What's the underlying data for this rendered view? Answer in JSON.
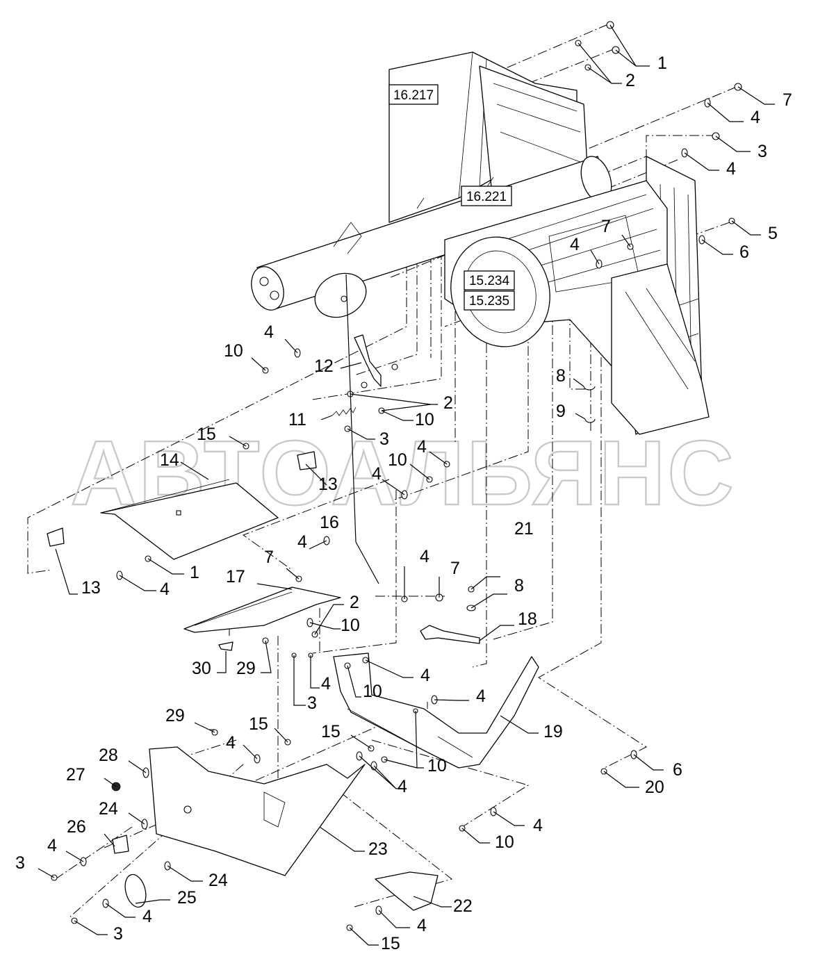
{
  "watermark": "АВТОАЛЬЯНС",
  "reference_boxes": [
    "16.217",
    "16.221",
    "15.234",
    "15.235"
  ],
  "callouts": [
    {
      "id": "c1",
      "label": "1"
    },
    {
      "id": "c2",
      "label": "2"
    },
    {
      "id": "c3",
      "label": "7"
    },
    {
      "id": "c4",
      "label": "4"
    },
    {
      "id": "c5",
      "label": "3"
    },
    {
      "id": "c6",
      "label": "4"
    },
    {
      "id": "c7",
      "label": "5"
    },
    {
      "id": "c8",
      "label": "6"
    },
    {
      "id": "c9",
      "label": "7"
    },
    {
      "id": "c10",
      "label": "4"
    },
    {
      "id": "c11",
      "label": "10"
    },
    {
      "id": "c12",
      "label": "4"
    },
    {
      "id": "c13",
      "label": "12"
    },
    {
      "id": "c14",
      "label": "2"
    },
    {
      "id": "c15",
      "label": "11"
    },
    {
      "id": "c16",
      "label": "10"
    },
    {
      "id": "c17",
      "label": "3"
    },
    {
      "id": "c18",
      "label": "8"
    },
    {
      "id": "c19",
      "label": "9"
    },
    {
      "id": "c20",
      "label": "15"
    },
    {
      "id": "c21",
      "label": "14"
    },
    {
      "id": "c22",
      "label": "13"
    },
    {
      "id": "c23",
      "label": "4"
    },
    {
      "id": "c24",
      "label": "10"
    },
    {
      "id": "c25",
      "label": "4"
    },
    {
      "id": "c26",
      "label": "16"
    },
    {
      "id": "c27",
      "label": "4"
    },
    {
      "id": "c28",
      "label": "7"
    },
    {
      "id": "c29",
      "label": "1"
    },
    {
      "id": "c30",
      "label": "13"
    },
    {
      "id": "c31",
      "label": "4"
    },
    {
      "id": "c32",
      "label": "17"
    },
    {
      "id": "c33",
      "label": "2"
    },
    {
      "id": "c34",
      "label": "10"
    },
    {
      "id": "c35",
      "label": "4"
    },
    {
      "id": "c36",
      "label": "7"
    },
    {
      "id": "c37",
      "label": "21"
    },
    {
      "id": "c38",
      "label": "8"
    },
    {
      "id": "c39",
      "label": "18"
    },
    {
      "id": "c40",
      "label": "30"
    },
    {
      "id": "c41",
      "label": "29"
    },
    {
      "id": "c42",
      "label": "3"
    },
    {
      "id": "c43",
      "label": "4"
    },
    {
      "id": "c44",
      "label": "10"
    },
    {
      "id": "c45",
      "label": "4"
    },
    {
      "id": "c46",
      "label": "4"
    },
    {
      "id": "c47",
      "label": "19"
    },
    {
      "id": "c48",
      "label": "29"
    },
    {
      "id": "c49",
      "label": "15"
    },
    {
      "id": "c50",
      "label": "4"
    },
    {
      "id": "c51",
      "label": "15"
    },
    {
      "id": "c52",
      "label": "10"
    },
    {
      "id": "c53",
      "label": "4"
    },
    {
      "id": "c54",
      "label": "28"
    },
    {
      "id": "c55",
      "label": "27"
    },
    {
      "id": "c56",
      "label": "24"
    },
    {
      "id": "c57",
      "label": "26"
    },
    {
      "id": "c58",
      "label": "4"
    },
    {
      "id": "c59",
      "label": "3"
    },
    {
      "id": "c60",
      "label": "24"
    },
    {
      "id": "c61",
      "label": "25"
    },
    {
      "id": "c62",
      "label": "4"
    },
    {
      "id": "c63",
      "label": "3"
    },
    {
      "id": "c64",
      "label": "23"
    },
    {
      "id": "c65",
      "label": "22"
    },
    {
      "id": "c66",
      "label": "4"
    },
    {
      "id": "c67",
      "label": "15"
    },
    {
      "id": "c68",
      "label": "4"
    },
    {
      "id": "c69",
      "label": "10"
    },
    {
      "id": "c70",
      "label": "6"
    },
    {
      "id": "c71",
      "label": "20"
    }
  ]
}
